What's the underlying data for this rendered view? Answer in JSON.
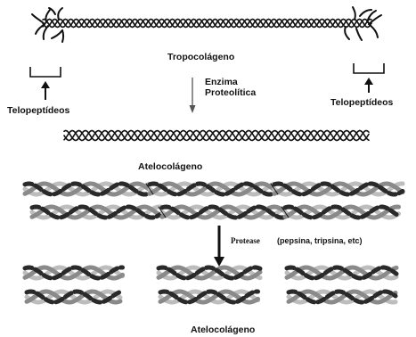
{
  "labels": {
    "tropocolageno": "Tropocolágeno",
    "telopeptideos_left": "Telopeptídeos",
    "telopeptideos_right": "Telopeptídeos",
    "enzima": "Enzima",
    "proteolitica": "Proteolítica",
    "atelocolageno_top": "Atelocolágeno",
    "protease": "Protease",
    "protease_examples": "(pepsina, tripsina, etc)",
    "atelocolageno_bottom": "Atelocolágeno"
  },
  "colors": {
    "ink": "#111111",
    "strand_dark": "#2a2a2a",
    "strand_mid": "#8a8a8a",
    "strand_light": "#bdbdbd"
  }
}
